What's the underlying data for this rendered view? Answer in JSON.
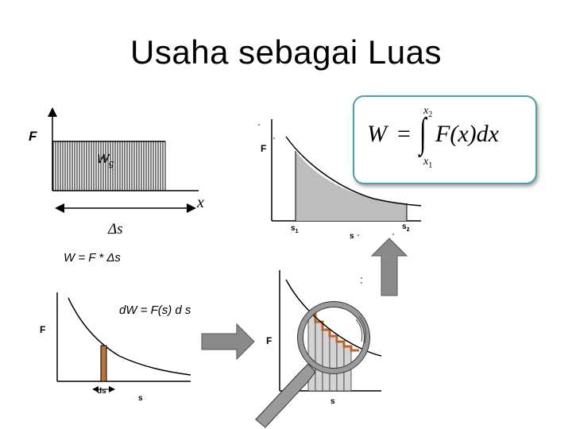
{
  "title": "Usaha sebagai Luas",
  "panel_constant_force": {
    "force_label": "F",
    "work_label_main": "W",
    "work_label_sub": "g",
    "x_axis_label": "x",
    "displacement_label": "Δs",
    "equation": "W =  F * Δs"
  },
  "panel_curve_area": {
    "force_label": "F",
    "limit_left": "s",
    "limit_left_sub": "1",
    "limit_right": "s",
    "limit_right_sub": "2",
    "axis_label": "s"
  },
  "formula": {
    "lhs": "W",
    "equals": "=",
    "integrand": "F(x)dx",
    "upper_limit": "x",
    "upper_limit_sub": "2",
    "lower_limit": "x",
    "lower_limit_sub": "1"
  },
  "differential_equation": "dW = F(s) d s",
  "panel_small_strip": {
    "force_label": "F",
    "strip_label": "ds",
    "axis_label": "s"
  },
  "panel_magnified": {
    "force_label": "F",
    "axis_label": "s"
  },
  "colors": {
    "accent_box_border": "#4a9fb0",
    "arrow_fill": "#8a8a8a",
    "area_fill": "#bdbdbd",
    "strip_fill": "#b8733f"
  }
}
